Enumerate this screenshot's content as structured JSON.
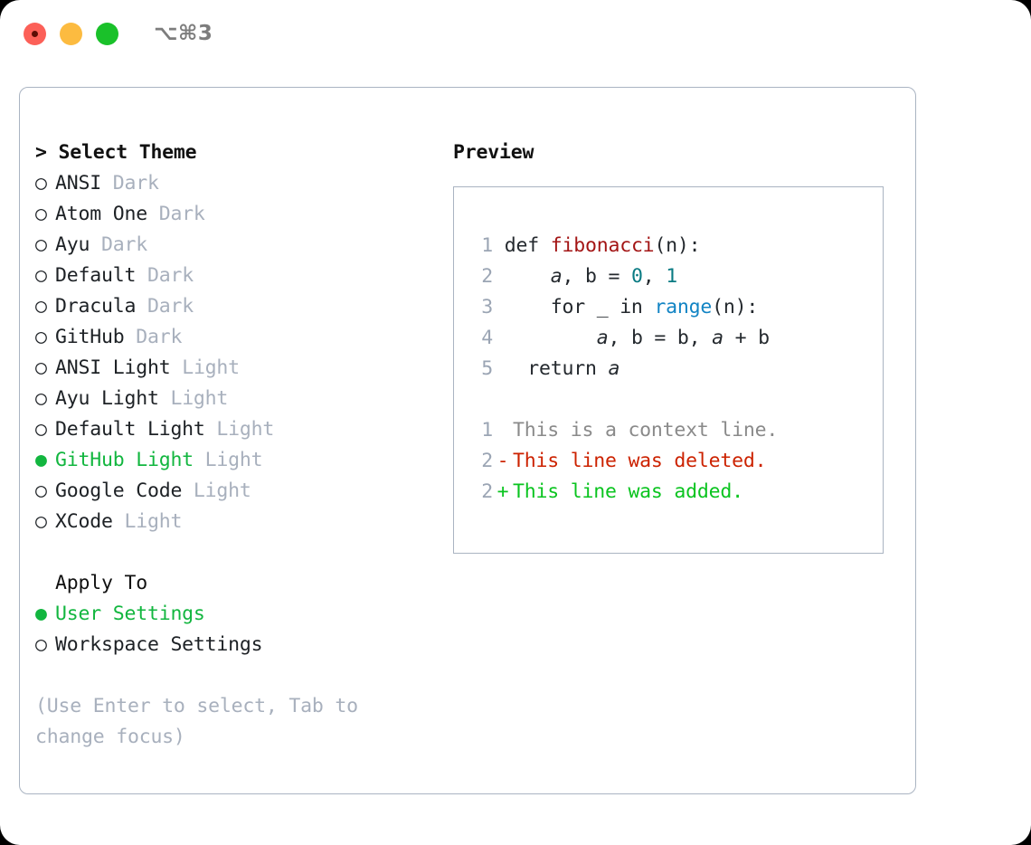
{
  "titlebar": {
    "shortcut": "⌥⌘3",
    "lights": [
      {
        "name": "close",
        "color": "#fc6058"
      },
      {
        "name": "minimize",
        "color": "#fcbb40"
      },
      {
        "name": "zoom",
        "color": "#1ac12a"
      }
    ]
  },
  "theme_picker": {
    "heading": "> Select Theme",
    "caret": ">",
    "heading_text": "Select Theme",
    "bullet_off": "○",
    "bullet_on": "●",
    "items": [
      {
        "label": "ANSI",
        "suffix": "Dark",
        "selected": false
      },
      {
        "label": "Atom One",
        "suffix": "Dark",
        "selected": false
      },
      {
        "label": "Ayu",
        "suffix": "Dark",
        "selected": false
      },
      {
        "label": "Default",
        "suffix": "Dark",
        "selected": false
      },
      {
        "label": "Dracula",
        "suffix": "Dark",
        "selected": false
      },
      {
        "label": "GitHub",
        "suffix": "Dark",
        "selected": false
      },
      {
        "label": "ANSI Light",
        "suffix": "Light",
        "selected": false
      },
      {
        "label": "Ayu Light",
        "suffix": "Light",
        "selected": false
      },
      {
        "label": "Default Light",
        "suffix": "Light",
        "selected": false
      },
      {
        "label": "GitHub Light",
        "suffix": "Light",
        "selected": true
      },
      {
        "label": "Google Code",
        "suffix": "Light",
        "selected": false
      },
      {
        "label": "XCode",
        "suffix": "Light",
        "selected": false
      }
    ]
  },
  "apply_to": {
    "heading": "Apply To",
    "items": [
      {
        "label": "User Settings",
        "selected": true
      },
      {
        "label": "Workspace Settings",
        "selected": false
      }
    ]
  },
  "hint": "(Use Enter to select, Tab to change focus)",
  "preview": {
    "title": "Preview",
    "code_lines": [
      {
        "no": "1",
        "tokens": [
          {
            "t": "def ",
            "c": "kw"
          },
          {
            "t": "fibonacci",
            "c": "fn"
          },
          {
            "t": "(n):",
            "c": "plain"
          }
        ]
      },
      {
        "no": "2",
        "tokens": [
          {
            "t": "    ",
            "c": "plain"
          },
          {
            "t": "a",
            "c": "var"
          },
          {
            "t": ", ",
            "c": "plain"
          },
          {
            "t": "b",
            "c": "plain"
          },
          {
            "t": " = ",
            "c": "plain"
          },
          {
            "t": "0",
            "c": "num"
          },
          {
            "t": ", ",
            "c": "plain"
          },
          {
            "t": "1",
            "c": "num"
          }
        ]
      },
      {
        "no": "3",
        "tokens": [
          {
            "t": "    for _ in ",
            "c": "plain"
          },
          {
            "t": "range",
            "c": "call"
          },
          {
            "t": "(n):",
            "c": "plain"
          }
        ]
      },
      {
        "no": "4",
        "tokens": [
          {
            "t": "        ",
            "c": "plain"
          },
          {
            "t": "a",
            "c": "var"
          },
          {
            "t": ", b = b, ",
            "c": "plain"
          },
          {
            "t": "a",
            "c": "var"
          },
          {
            "t": " + b",
            "c": "plain"
          }
        ]
      },
      {
        "no": "5",
        "tokens": [
          {
            "t": "  return ",
            "c": "plain"
          },
          {
            "t": "a",
            "c": "var"
          }
        ]
      }
    ],
    "diff_lines": [
      {
        "no": "1",
        "mark": " ",
        "text": "This is a context line.",
        "kind": "ctx"
      },
      {
        "no": "2",
        "mark": "-",
        "text": "This line was deleted.",
        "kind": "del"
      },
      {
        "no": "2",
        "mark": "+",
        "text": "This line was added.",
        "kind": "add"
      }
    ]
  },
  "colors": {
    "accent_green": "#12b63f",
    "muted": "#a8b0bd",
    "border": "#aab4c2",
    "function": "#a31515",
    "number": "#0a7b83",
    "call": "#1284c4",
    "diff_delete": "#cc2200",
    "diff_add": "#0ac41f",
    "line_number": "#9ba5b4"
  }
}
